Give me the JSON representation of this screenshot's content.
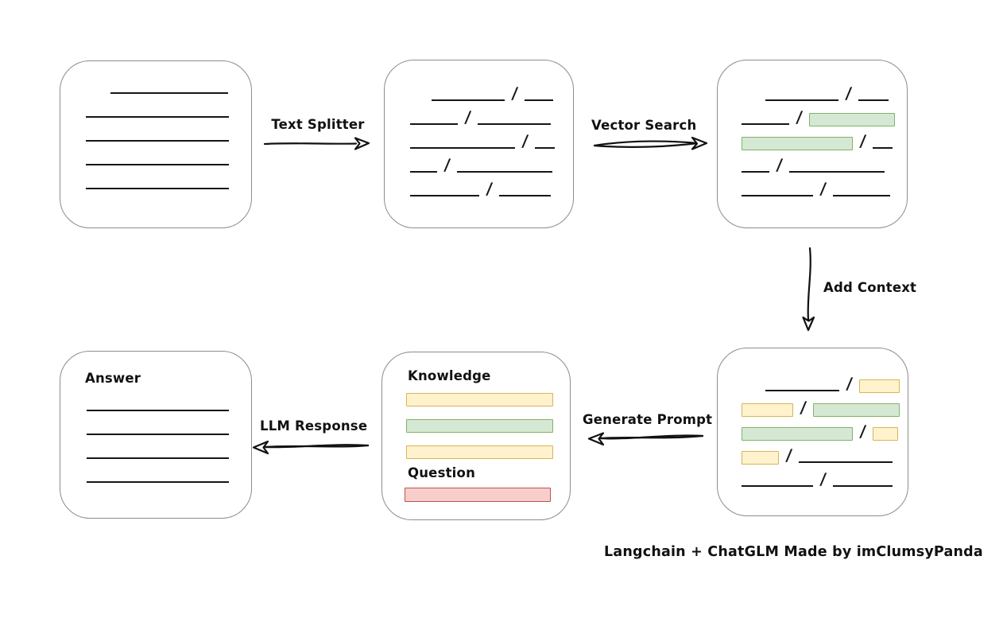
{
  "caption": "Langchain + ChatGLM Made by imClumsyPanda",
  "arrow_labels": {
    "text_splitter": "Text Splitter",
    "vector_search": "Vector Search",
    "add_context": "Add Context",
    "generate_prompt": "Generate Prompt",
    "llm_response": "LLM Response"
  },
  "colors": {
    "green_fill": "#d5e8d4",
    "green_border": "#82b366",
    "yellow_fill": "#fff2cc",
    "yellow_border": "#d6b656",
    "red_fill": "#f8cecc",
    "red_border": "#b85450",
    "box_border": "#8c8c8c",
    "line": "#161616"
  },
  "boxes": {
    "document": {
      "rows": [
        [
          [
            "gap",
            31
          ],
          [
            "line",
            148
          ]
        ],
        [
          [
            "line",
            180
          ]
        ],
        [
          [
            "line",
            180
          ]
        ],
        [
          [
            "line",
            180
          ]
        ],
        [
          [
            "line",
            180
          ]
        ]
      ]
    },
    "chunks": {
      "rows": [
        [
          [
            "gap",
            27
          ],
          [
            "line",
            92
          ],
          [
            "slash"
          ],
          [
            "line",
            36
          ]
        ],
        [
          [
            "line",
            60
          ],
          [
            "slash"
          ],
          [
            "line",
            92
          ]
        ],
        [
          [
            "line",
            132
          ],
          [
            "slash"
          ],
          [
            "line",
            25
          ]
        ],
        [
          [
            "line",
            34
          ],
          [
            "slash"
          ],
          [
            "line",
            120
          ]
        ],
        [
          [
            "line",
            87
          ],
          [
            "slash"
          ],
          [
            "line",
            65
          ]
        ]
      ]
    },
    "vector_result": {
      "rows": [
        [
          [
            "gap",
            30
          ],
          [
            "line",
            92
          ],
          [
            "slash"
          ],
          [
            "line",
            38
          ]
        ],
        [
          [
            "line",
            60
          ],
          [
            "slash"
          ],
          [
            "green",
            106
          ]
        ],
        [
          [
            "green",
            138
          ],
          [
            "slash"
          ],
          [
            "line",
            25
          ]
        ],
        [
          [
            "line",
            35
          ],
          [
            "slash"
          ],
          [
            "line",
            120
          ]
        ],
        [
          [
            "line",
            90
          ],
          [
            "slash"
          ],
          [
            "line",
            72
          ]
        ]
      ]
    },
    "context_result": {
      "rows": [
        [
          [
            "gap",
            30
          ],
          [
            "line",
            93
          ],
          [
            "slash"
          ],
          [
            "yellow",
            49
          ]
        ],
        [
          [
            "yellow",
            63
          ],
          [
            "slash"
          ],
          [
            "green",
            107
          ]
        ],
        [
          [
            "green",
            138
          ],
          [
            "slash"
          ],
          [
            "yellow",
            30
          ]
        ],
        [
          [
            "yellow",
            45
          ],
          [
            "slash"
          ],
          [
            "line",
            118
          ]
        ],
        [
          [
            "line",
            90
          ],
          [
            "slash"
          ],
          [
            "line",
            75
          ]
        ]
      ]
    },
    "prompt": {
      "knowledge_label": "Knowledge",
      "question_label": "Question",
      "knowledge_bars": [
        "yellow",
        "green",
        "yellow"
      ],
      "question_bars": [
        "red"
      ]
    },
    "answer": {
      "label": "Answer",
      "rows": [
        [
          [
            "line",
            179
          ]
        ],
        [
          [
            "line",
            179
          ]
        ],
        [
          [
            "line",
            179
          ]
        ],
        [
          [
            "line",
            179
          ]
        ]
      ]
    }
  }
}
